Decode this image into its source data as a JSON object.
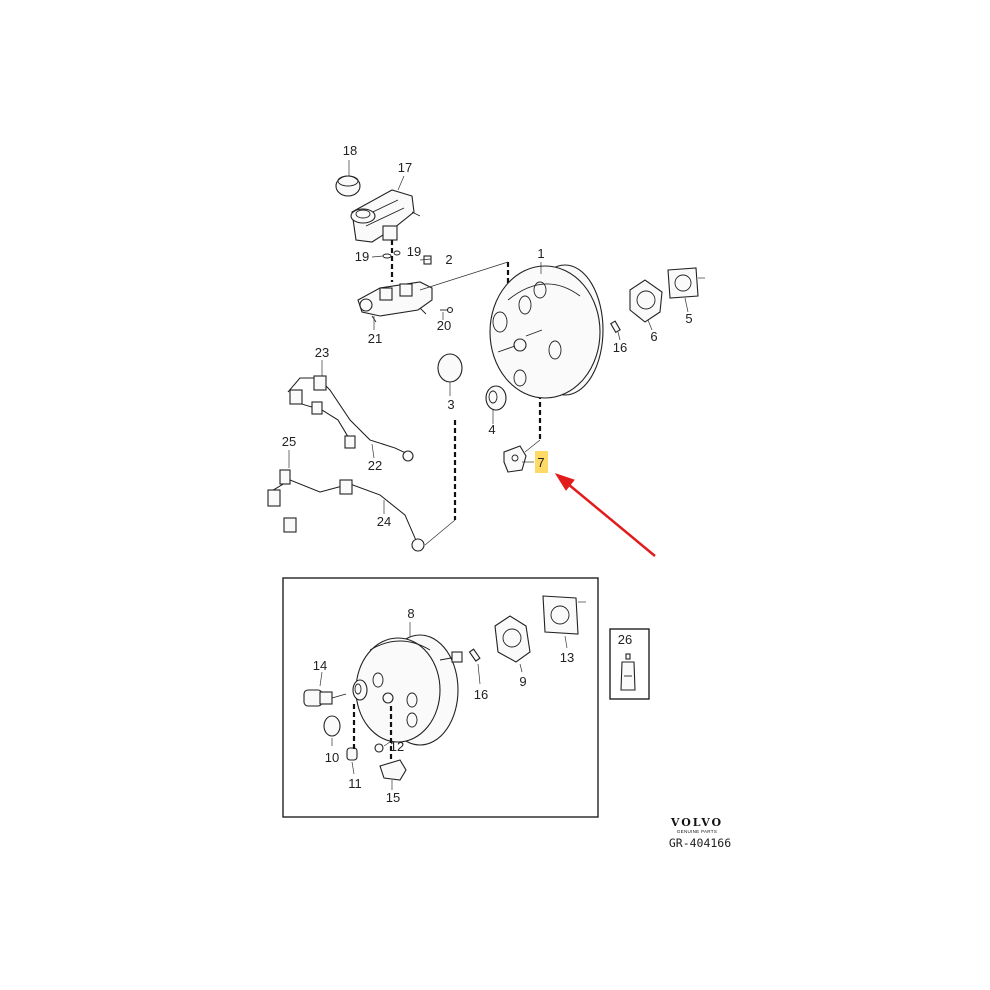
{
  "labels": [
    {
      "id": "1",
      "text": "1"
    },
    {
      "id": "2",
      "text": "2"
    },
    {
      "id": "3",
      "text": "3"
    },
    {
      "id": "4",
      "text": "4"
    },
    {
      "id": "5",
      "text": "5"
    },
    {
      "id": "6",
      "text": "6"
    },
    {
      "id": "7",
      "text": "7"
    },
    {
      "id": "8",
      "text": "8"
    },
    {
      "id": "9",
      "text": "9"
    },
    {
      "id": "10",
      "text": "10"
    },
    {
      "id": "11",
      "text": "11"
    },
    {
      "id": "12",
      "text": "12"
    },
    {
      "id": "13",
      "text": "13"
    },
    {
      "id": "14",
      "text": "14"
    },
    {
      "id": "15",
      "text": "15"
    },
    {
      "id": "16a",
      "text": "16"
    },
    {
      "id": "16b",
      "text": "16"
    },
    {
      "id": "17",
      "text": "17"
    },
    {
      "id": "18",
      "text": "18"
    },
    {
      "id": "19a",
      "text": "19"
    },
    {
      "id": "19b",
      "text": "19"
    },
    {
      "id": "20",
      "text": "20"
    },
    {
      "id": "21",
      "text": "21"
    },
    {
      "id": "22",
      "text": "22"
    },
    {
      "id": "23",
      "text": "23"
    },
    {
      "id": "24",
      "text": "24"
    },
    {
      "id": "25",
      "text": "25"
    },
    {
      "id": "26",
      "text": "26"
    }
  ],
  "highlight": {
    "label": "7",
    "color": "#ffd966"
  },
  "arrow_color": "#e21b1b",
  "logo": {
    "brand": "VOLVO",
    "tagline": "GENUINE PARTS"
  },
  "figure_code": "GR-404166"
}
